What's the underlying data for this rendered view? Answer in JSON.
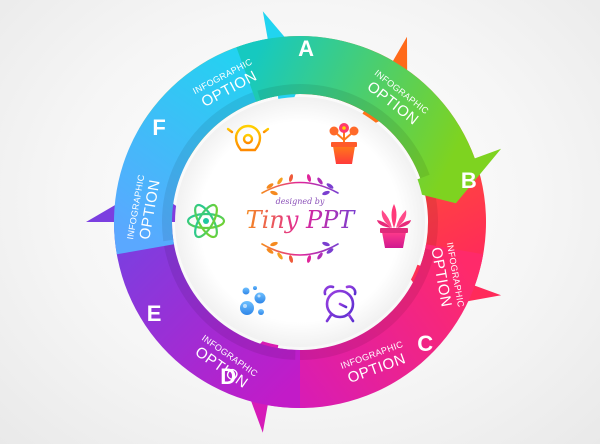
{
  "segments": [
    {
      "letter": "A",
      "line1": "INFOGRAPHIC",
      "line2": "OPTION",
      "colors": [
        "#f7d400",
        "#ff6a1a"
      ]
    },
    {
      "letter": "B",
      "line1": "INFOGRAPHIC",
      "line2": "OPTION",
      "colors": [
        "#ff6a1a",
        "#ff2a5a"
      ]
    },
    {
      "letter": "C",
      "line1": "INFOGRAPHIC",
      "line2": "OPTION",
      "colors": [
        "#ff2a6a",
        "#d61bb8"
      ]
    },
    {
      "letter": "D",
      "line1": "INFOGRAPHIC",
      "line2": "OPTION",
      "colors": [
        "#c21bc8",
        "#7b3fe0"
      ]
    },
    {
      "letter": "E",
      "line1": "INFOGRAPHIC",
      "line2": "OPTION",
      "colors": [
        "#5aa8ff",
        "#21d4f0"
      ]
    },
    {
      "letter": "F",
      "line1": "INFOGRAPHIC",
      "line2": "OPTION",
      "colors": [
        "#16c9c0",
        "#7ed320"
      ]
    }
  ],
  "icons": [
    "lightbulb-gear-icon",
    "flower-pot-icon",
    "succulent-plant-icon",
    "alarm-clock-icon",
    "bubbles-icon",
    "atom-icon"
  ],
  "logo": {
    "top_text": "designed by",
    "main_text": "Tiny PPT"
  },
  "accent_colors": {
    "purple": "#7a3fd0",
    "magenta": "#e0249a",
    "orange": "#f58a1f"
  }
}
